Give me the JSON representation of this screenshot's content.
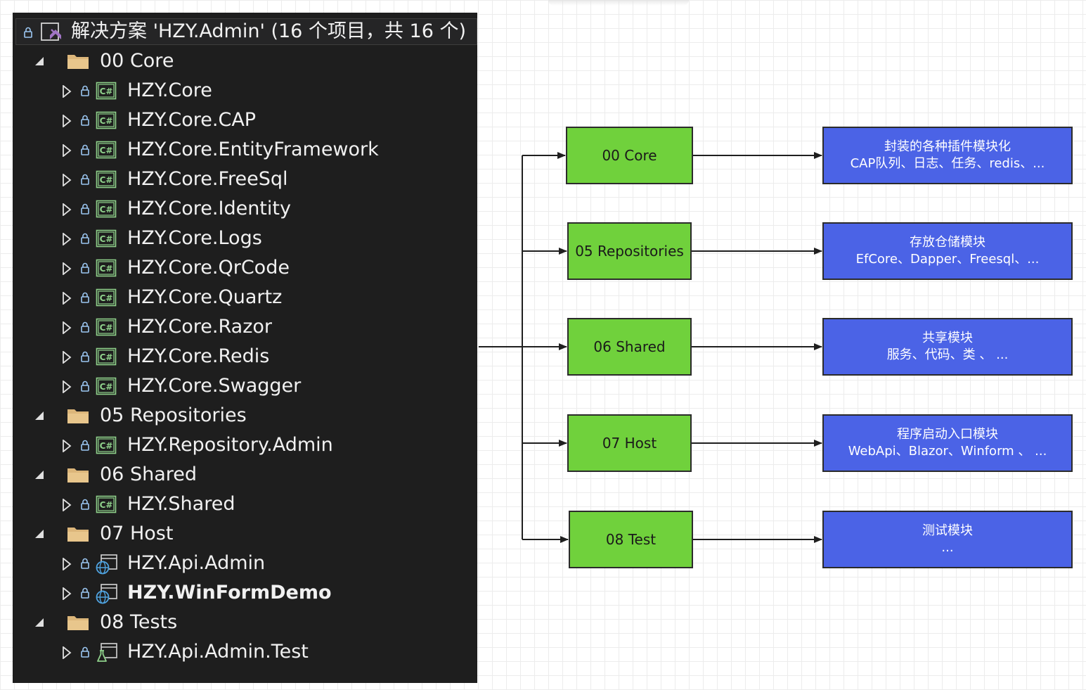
{
  "solution": {
    "title": "解决方案 'HZY.Admin' (16 个项目，共 16 个)"
  },
  "tree": [
    {
      "label": "00 Core",
      "type": "folder",
      "expanded": true
    },
    {
      "label": "HZY.Core",
      "type": "csharp"
    },
    {
      "label": "HZY.Core.CAP",
      "type": "csharp"
    },
    {
      "label": "HZY.Core.EntityFramework",
      "type": "csharp"
    },
    {
      "label": "HZY.Core.FreeSql",
      "type": "csharp"
    },
    {
      "label": "HZY.Core.Identity",
      "type": "csharp"
    },
    {
      "label": "HZY.Core.Logs",
      "type": "csharp"
    },
    {
      "label": "HZY.Core.QrCode",
      "type": "csharp"
    },
    {
      "label": "HZY.Core.Quartz",
      "type": "csharp"
    },
    {
      "label": "HZY.Core.Razor",
      "type": "csharp"
    },
    {
      "label": "HZY.Core.Redis",
      "type": "csharp"
    },
    {
      "label": "HZY.Core.Swagger",
      "type": "csharp"
    },
    {
      "label": "05 Repositories",
      "type": "folder",
      "expanded": true
    },
    {
      "label": "HZY.Repository.Admin",
      "type": "csharp"
    },
    {
      "label": "06 Shared",
      "type": "folder",
      "expanded": true
    },
    {
      "label": "HZY.Shared",
      "type": "csharp"
    },
    {
      "label": "07 Host",
      "type": "folder",
      "expanded": true
    },
    {
      "label": "HZY.Api.Admin",
      "type": "web"
    },
    {
      "label": "HZY.WinFormDemo",
      "type": "web",
      "bold": true
    },
    {
      "label": "08 Tests",
      "type": "folder",
      "expanded": true
    },
    {
      "label": "HZY.Api.Admin.Test",
      "type": "test"
    }
  ],
  "diagram": {
    "modules": [
      {
        "label": "00 Core",
        "line1": "封装的各种插件模块化",
        "line2": "CAP队列、日志、任务、redis、..."
      },
      {
        "label": "05 Repositories",
        "line1": "存放仓储模块",
        "line2": "EfCore、Dapper、Freesql、..."
      },
      {
        "label": "06 Shared",
        "line1": "共享模块",
        "line2": "服务、代码、类 、 ..."
      },
      {
        "label": "07 Host",
        "line1": "程序启动入口模块",
        "line2": "WebApi、Blazor、Winform 、 ..."
      },
      {
        "label": "08 Test",
        "line1": "测试模块",
        "line2": "..."
      }
    ]
  },
  "colors": {
    "panel_bg": "#1e1e1e",
    "module_green": "#70d13c",
    "description_blue": "#4b63e6",
    "csharp_icon": "#8fd18b",
    "folder": "#dcb67a",
    "web_icon": "#4fa3e0",
    "vs_purple": "#a074c4"
  }
}
